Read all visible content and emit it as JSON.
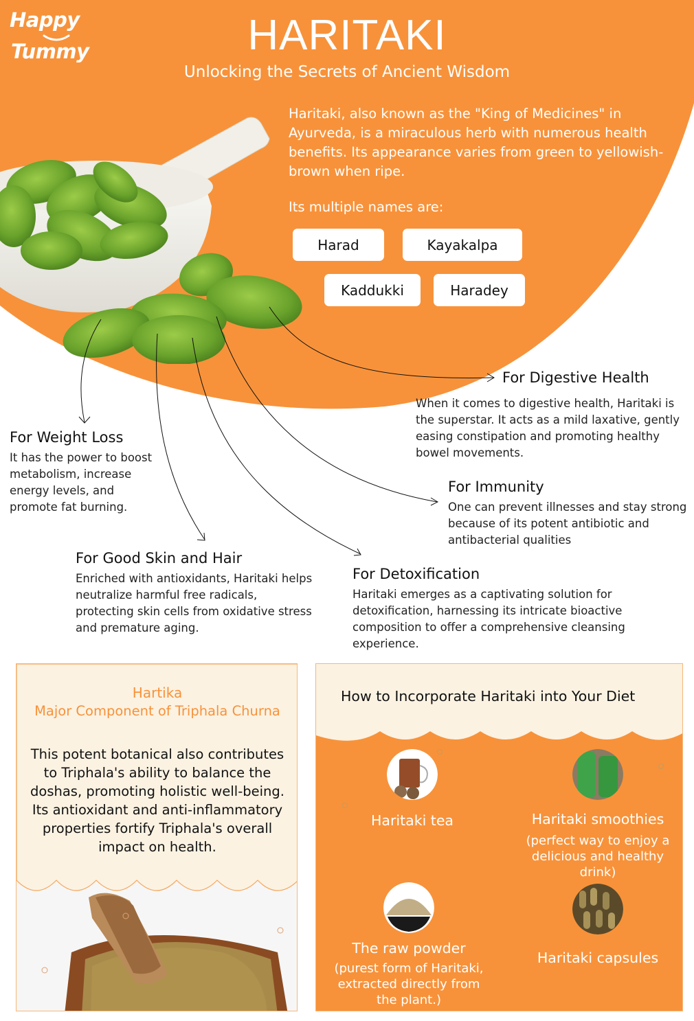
{
  "brand": {
    "logo_line1": "Happy",
    "logo_line2": "Tummy"
  },
  "header": {
    "title": "HARITAKI",
    "subtitle": "Unlocking the Secrets of Ancient Wisdom"
  },
  "intro": {
    "text": "Haritaki, also known as the \"King of Medicines\" in Ayurveda, is a miraculous herb with numerous health benefits. Its appearance varies from green to yellowish-brown when ripe.",
    "names_label": "Its multiple names are:",
    "names": [
      "Harad",
      "Kayakalpa",
      "Kaddukki",
      "Haradey"
    ]
  },
  "benefits": [
    {
      "title": "For Digestive Health",
      "text": "When it comes to digestive health, Haritaki is the superstar. It acts as a mild laxative, gently easing constipation and promoting healthy bowel movements."
    },
    {
      "title": "For Weight Loss",
      "text": "It has the power to boost metabolism, increase energy levels, and promote fat burning."
    },
    {
      "title": "For Immunity",
      "text": "One can prevent illnesses and stay strong because of its potent antibiotic and antibacterial qualities"
    },
    {
      "title": "For Good Skin and Hair",
      "text": "Enriched with antioxidants, Haritaki helps neutralize harmful free radicals, protecting skin cells from oxidative stress and premature aging."
    },
    {
      "title": "For Detoxification",
      "text": "Haritaki emerges as a captivating solution for detoxification, harnessing its intricate bioactive composition to offer a comprehensive cleansing experience."
    }
  ],
  "triphala_card": {
    "title_line1": "Hartika",
    "title_line2": "Major Component of Triphala Churna",
    "text": "This potent botanical also contributes to Triphala's ability to balance the doshas, promoting holistic well-being. Its antioxidant and anti-inflammatory properties fortify Triphala's overall impact on health."
  },
  "diet_card": {
    "title": "How to Incorporate Haritaki into Your Diet",
    "items": [
      {
        "label": "Haritaki tea",
        "note": ""
      },
      {
        "label": "Haritaki smoothies",
        "note": "(perfect way to enjoy a delicious and healthy drink)"
      },
      {
        "label": "The raw powder",
        "note": "(purest form of Haritaki, extracted directly from the plant.)"
      },
      {
        "label": "Haritaki capsules",
        "note": ""
      }
    ]
  },
  "colors": {
    "orange": "#f7923a",
    "cream": "#fbf2e2",
    "white": "#ffffff",
    "text_dark": "#111111"
  }
}
